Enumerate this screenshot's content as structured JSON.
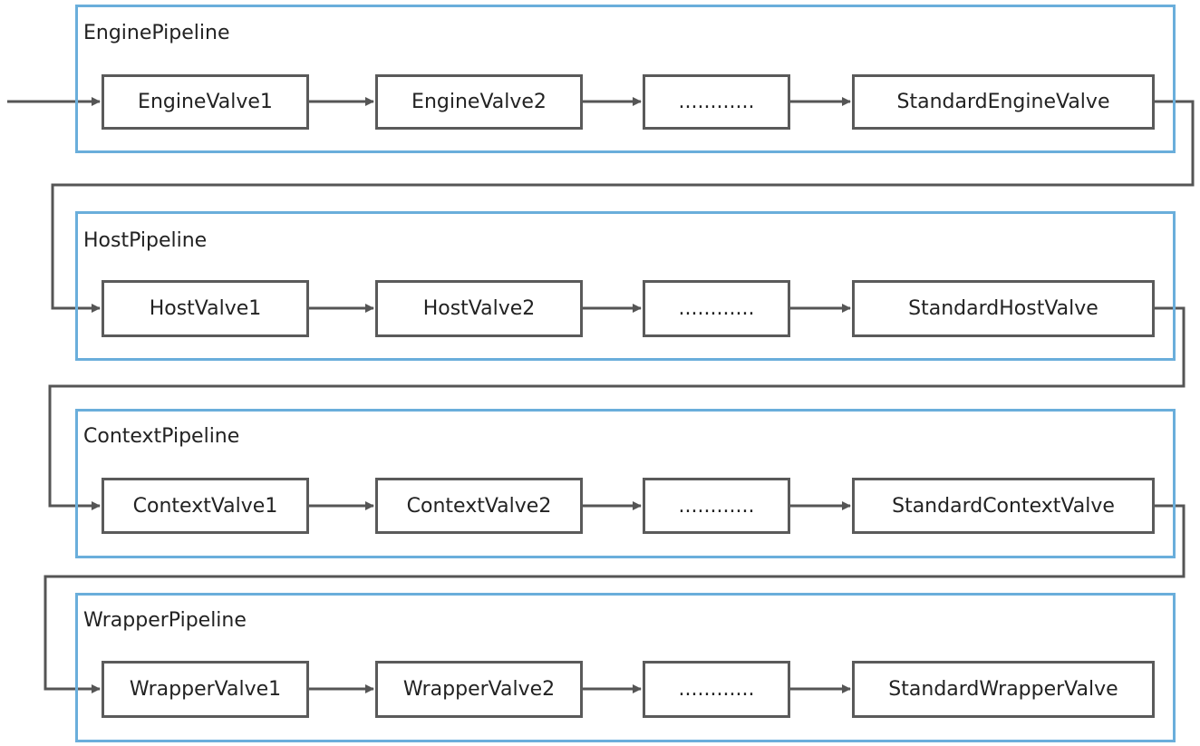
{
  "pipelines": [
    {
      "title": "EnginePipeline",
      "valves": [
        "EngineValve1",
        "EngineValve2",
        "............",
        "StandardEngineValve"
      ]
    },
    {
      "title": "HostPipeline",
      "valves": [
        "HostValve1",
        "HostValve2",
        "............",
        "StandardHostValve"
      ]
    },
    {
      "title": "ContextPipeline",
      "valves": [
        "ContextValve1",
        "ContextValve2",
        "............",
        "StandardContextValve"
      ]
    },
    {
      "title": "WrapperPipeline",
      "valves": [
        "WrapperValve1",
        "WrapperValve2",
        "............",
        "StandardWrapperValve"
      ]
    }
  ],
  "colors": {
    "frame": "#6aaedb",
    "box": "#5a5a5a",
    "arrow": "#555555"
  }
}
